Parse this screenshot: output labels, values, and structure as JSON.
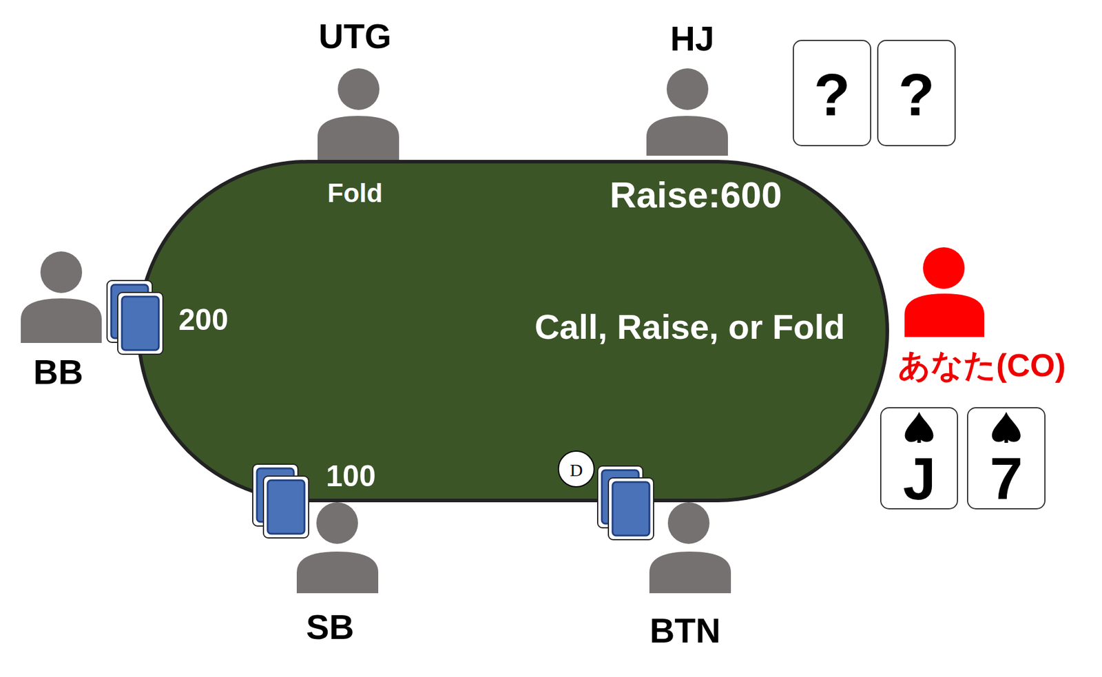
{
  "diagram": {
    "nodes": [
      {
        "text": [
          "Fold",
          "Raise:600",
          "200",
          "Call, Raise, or Fold",
          "100"
        ]
      },
      {
        "text": [
          "?"
        ]
      },
      {
        "text": [
          "?"
        ]
      },
      {
        "text": [
          "J"
        ]
      },
      {
        "text": [
          "7"
        ]
      },
      {
        "text": [
          "D"
        ],
        "in": 0
      }
    ],
    "labels": [
      "UTG",
      "HJ",
      "BB",
      "あなた(CO)",
      "SB",
      "BTN"
    ]
  }
}
